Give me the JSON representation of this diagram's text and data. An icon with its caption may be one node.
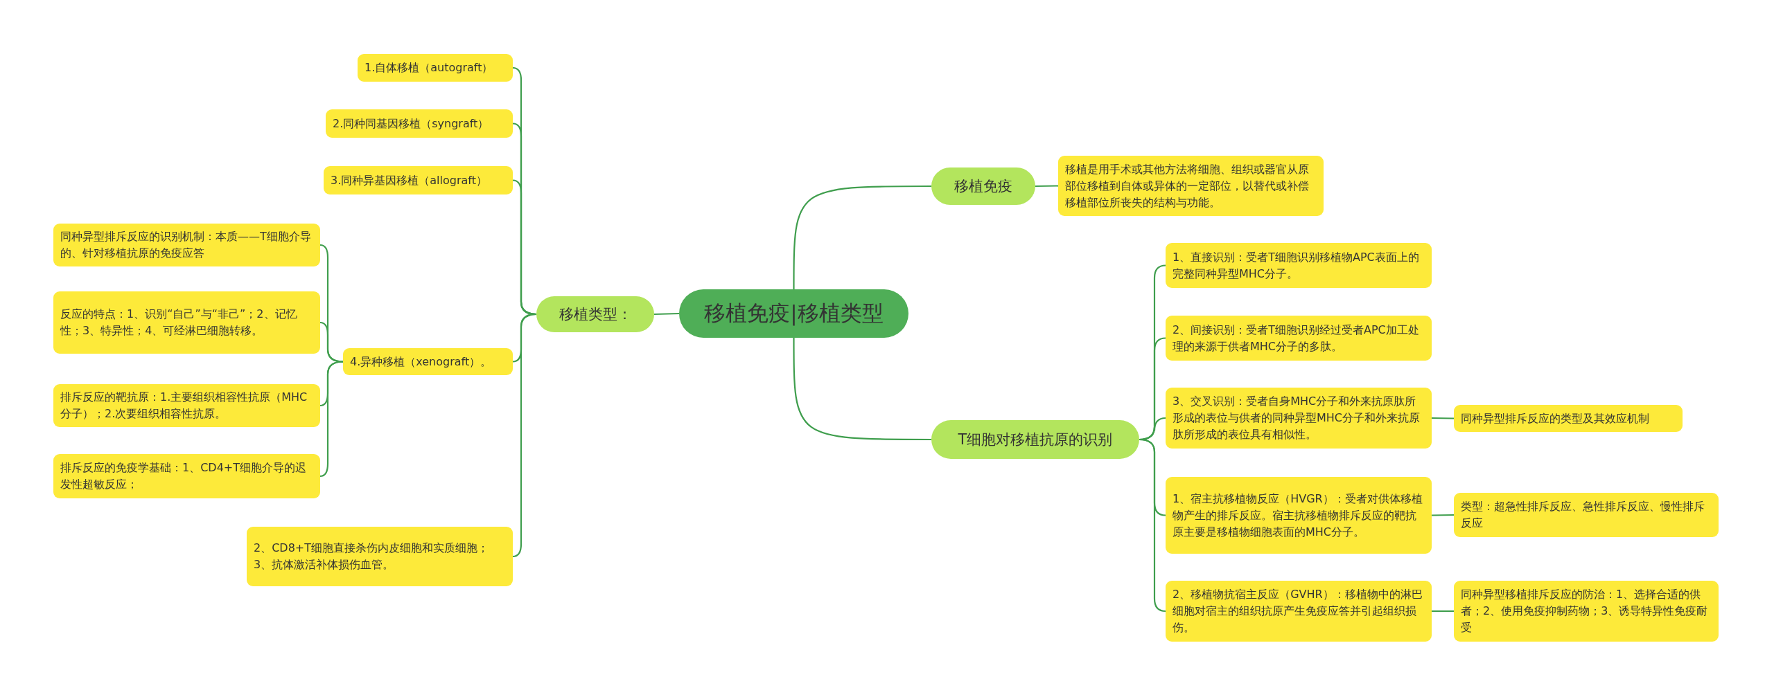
{
  "diagram": {
    "nodes": [
      {
        "text": [
          "移植免疫|移植类型"
        ]
      },
      {
        "text": [
          "移植类型："
        ]
      },
      {
        "text": [
          "1.自体移植（autograft）"
        ]
      },
      {
        "text": [
          "2.同种同基因移植（syngraft）"
        ]
      },
      {
        "text": [
          "3.同种异基因移植（allograft）"
        ]
      },
      {
        "text": [
          "4.异种移植（xenograft）。"
        ]
      },
      {
        "text": [
          "同种异型排斥反应的识别机制：本质——T细胞介导的、针对移植抗原的免疫应答"
        ]
      },
      {
        "text": [
          "反应的特点：1、识别“自己”与“非己”；2、记忆性；3、特异性；4、可经淋巴细胞转移。"
        ]
      },
      {
        "text": [
          "排斥反应的靶抗原：1.主要组织相容性抗原（MHC分子）；2.次要组织相容性抗原。"
        ]
      },
      {
        "text": [
          "排斥反应的免疫学基础：1、CD4+T细胞介导的迟发性超敏反应；"
        ]
      },
      {
        "text": [
          "2、CD8+T细胞直接杀伤内皮细胞和实质细胞；3、抗体激活补体损伤血管。"
        ]
      },
      {
        "text": [
          "移植免疫"
        ]
      },
      {
        "text": [
          "移植是用手术或其他方法将细胞、组织或器官从原部位移植到自体或异体的一定部位，以替代或补偿移植部位所丧失的结构与功能。"
        ]
      },
      {
        "text": [
          "T细胞对移植抗原的识别"
        ]
      },
      {
        "text": [
          "1、直接识别：受者T细胞识别移植物APC表面上的完整同种异型MHC分子。"
        ]
      },
      {
        "text": [
          "2、间接识别：受者T细胞识别经过受者APC加工处理的来源于供者MHC分子的多肽。"
        ]
      },
      {
        "text": [
          "3、交叉识别：受者自身MHC分子和外来抗原肽所形成的表位与供者的同种异型MHC分子和外来抗原肽所形成的表位具有相似性。"
        ]
      },
      {
        "text": [
          "同种异型排斥反应的类型及其效应机制"
        ]
      },
      {
        "text": [
          "1、宿主抗移植物反应（HVGR）：受者对供体移植物产生的排斥反应。宿主抗移植物排斥反应的靶抗原主要是移植物细胞表面的MHC分子。"
        ]
      },
      {
        "text": [
          "类型：超急性排斥反应、急性排斥反应、慢性排斥反应"
        ]
      },
      {
        "text": [
          "2、移植物抗宿主反应（GVHR）：移植物中的淋巴细胞对宿主的组织抗原产生免疫应答并引起组织损伤。"
        ]
      },
      {
        "text": [
          "同种异型移植排斥反应的防治：1、选择合适的供者；2、使用免疫抑制药物；3、诱导特异性免疫耐受"
        ]
      }
    ],
    "edges": [
      {
        "from": 0,
        "to": 1,
        "arrow": "none"
      },
      {
        "from": 1,
        "to": 2,
        "arrow": "none"
      },
      {
        "from": 1,
        "to": 3,
        "arrow": "none"
      },
      {
        "from": 1,
        "to": 4,
        "arrow": "none"
      },
      {
        "from": 1,
        "to": 5,
        "arrow": "none"
      },
      {
        "from": 5,
        "to": 6,
        "arrow": "none"
      },
      {
        "from": 5,
        "to": 7,
        "arrow": "none"
      },
      {
        "from": 5,
        "to": 8,
        "arrow": "none"
      },
      {
        "from": 5,
        "to": 9,
        "arrow": "none"
      },
      {
        "from": 1,
        "to": 10,
        "arrow": "none"
      },
      {
        "from": 0,
        "to": 11,
        "arrow": "none"
      },
      {
        "from": 11,
        "to": 12,
        "arrow": "none"
      },
      {
        "from": 0,
        "to": 13,
        "arrow": "none"
      },
      {
        "from": 13,
        "to": 14,
        "arrow": "none"
      },
      {
        "from": 13,
        "to": 15,
        "arrow": "none"
      },
      {
        "from": 13,
        "to": 16,
        "arrow": "none"
      },
      {
        "from": 16,
        "to": 17,
        "arrow": "none"
      },
      {
        "from": 13,
        "to": 18,
        "arrow": "none"
      },
      {
        "from": 18,
        "to": 19,
        "arrow": "none"
      },
      {
        "from": 13,
        "to": 20,
        "arrow": "none"
      },
      {
        "from": 20,
        "to": 21,
        "arrow": "none"
      }
    ]
  }
}
